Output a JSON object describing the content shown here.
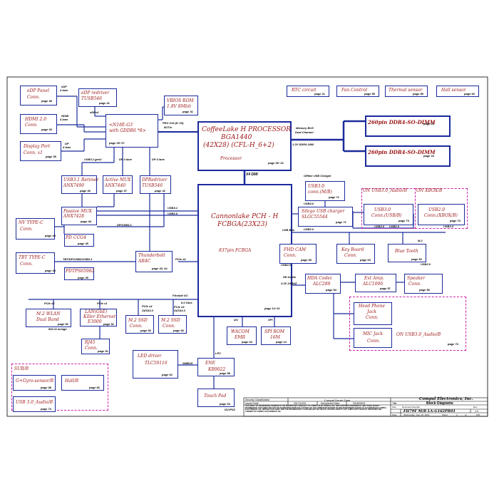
{
  "edp_panel": {
    "title": "eDP Panel",
    "sub": "Conn.",
    "page": "page 38"
  },
  "edp_redriver": {
    "title": "eDP redriver",
    "sub": "TUSB546",
    "page": "page 41"
  },
  "edp_link": {
    "a": "eDP",
    "b": "4 lane"
  },
  "edp_x4": "eDPx4",
  "hdmi_conn": {
    "title": "HDMI 2.0",
    "sub": "Conn.",
    "page": "page 40"
  },
  "hdmi_link": {
    "a": "HDMI",
    "b": "4 lane"
  },
  "dp_conn": {
    "title": "Display Port",
    "sub": "Conn. x1",
    "page": "page 39"
  },
  "dp_link": {
    "a": "DP",
    "b": "4 lane"
  },
  "gpu": {
    "title": "<N18E-G3",
    "sub": "with GDDR6 *8>",
    "page": "page 25~37"
  },
  "vbios": {
    "title": "VBIOS ROM",
    "sub": "1.8V 8Mbit",
    "page": "page 31"
  },
  "peg_label": {
    "a": "PEG X16 (8~15)",
    "b": "8GT/s"
  },
  "cpu": {
    "l1": "CoffeeLake H PROCESSOR",
    "l2": "BGA1440",
    "l3": "(42X28) (CFL-H_6+2)",
    "l4": "Processor",
    "page": "page 06~13"
  },
  "memory_bus": {
    "a": "Memory BUS",
    "b": "Dual Channel"
  },
  "ddr_voltage": "1.2V DDR4 2400",
  "dimm1": {
    "title": "260pin DDR4-SO-DIMM",
    "page": "page 23"
  },
  "dimm2": {
    "title": "260pin DDR4-SO-DIMM",
    "page": "page 24"
  },
  "rtc": {
    "title": "RTC circuit",
    "page": "page 21"
  },
  "fan": {
    "title": "Fan Control",
    "page": "page 55"
  },
  "thermal": {
    "title": "Thermal sensor",
    "page": "page 55"
  },
  "hall": {
    "title": "Hall sensor",
    "page": "page 60"
  },
  "usb31_retimer": {
    "title": "USB3.1 Retimer",
    "sub": "ANX7490",
    "page": "page 46"
  },
  "usb31_gen2": "USB3.1 gen2",
  "active_mux": {
    "title": "Active MUX",
    "sub": "ANX7440",
    "page": "page 47"
  },
  "dp4_a": "DP 4 lane",
  "dp4_b": "DP 4 lane",
  "dp_redriver": {
    "title": "DPRedriver",
    "sub": "TUSB546",
    "page": "page 42"
  },
  "x4dmi": "X4 DMI",
  "pch": {
    "l1": "Cannonlake PCH - H",
    "l2": "FCBGA(23X23)",
    "l3": "837pin FCBGA",
    "page": "page 14~21"
  },
  "usb31_label": "USB3.1",
  "usb20_label": "USB2.0",
  "passive_mux": {
    "title": "Passive MUX",
    "sub": "ANX7428",
    "page": "page 48"
  },
  "nv_typec": {
    "title": "NV TYPE-C",
    "sub": "Conn.",
    "page": "page 49"
  },
  "dp_usb31": "DP/USB3.1",
  "ccg4": {
    "pd": "PD",
    "title": "CCG4",
    "page": "page 49"
  },
  "tbt_typec": {
    "title": "TBT TYPE-C",
    "sub": "Conn.",
    "page": "page 45"
  },
  "tbt_bus": "TBT/DP/USB2/USB3.1",
  "tps65982": {
    "pd": "PD",
    "title": "TPS65982",
    "page": "page 45"
  },
  "thunderbolt": {
    "title": "Thunderbolt",
    "sub": "AR4C",
    "page": "page 43, 44"
  },
  "pcie_x4_tbt": "PCIe x4",
  "flexible_io": "Flexible I/O",
  "offline_charger": "Offline USB Charger",
  "usb30_conn": {
    "title": "USB3.0",
    "sub": "conn.(M/B)",
    "page": "page 71"
  },
  "silego": {
    "title": "Silego USB charger",
    "sub": "SLGC55544",
    "page": "page 71"
  },
  "usb30_tag_a": "USB3.0",
  "usb20_tag_a": "USB2.0",
  "on_audio_b": "ON USB3.0_Audio/B",
  "on_xbox_b": "ON XBOX/B",
  "usb30_usbb": {
    "title": "USB3.0",
    "sub": "Conn.(USB/B)",
    "page": "page 73"
  },
  "usb20_xbox": {
    "title": "USB2.0",
    "sub": "Conn.(XBOX/B)",
    "page": "page 73"
  },
  "usb30_tag_b": "USB3.0",
  "usb20_tag_b": "USB2.0",
  "usb20_tag_c": "USB2.0",
  "usb_bus": "USB Bus",
  "m2_label": "M.2",
  "fhd_cam": {
    "title": "FHD CAM",
    "sub": "Conn.",
    "page": "page 38"
  },
  "key_board": {
    "title": "Key Board",
    "sub": "Conn.",
    "page": "page 63"
  },
  "bluetooth": {
    "title": "Blue Tooth",
    "page": "page 52"
  },
  "usb20_tag_d": "USB2.0",
  "usb20_tag_e": "USB2.0",
  "hd_audio": {
    "a": "HD Audio",
    "b": "3.3V 24MHZ"
  },
  "hda_codec": {
    "title": "HDA Codec",
    "sub": "ALC289",
    "page": "page 54"
  },
  "ext_amp": {
    "title": "Ext Amp.",
    "sub": "ALC1006",
    "page": "page 57"
  },
  "speaker": {
    "title": "Speaker",
    "sub": "Conn.",
    "page": "page 56"
  },
  "headphone": {
    "title": "Head Phone",
    "sub": "Jack",
    "sub2": "Conn."
  },
  "mic": {
    "title": "MIC Jack",
    "sub": "Conn."
  },
  "on_audio_b2": {
    "title": "ON USB3.0_Audio/B",
    "page": "page 73"
  },
  "m2_wlan": {
    "title": "M.2 WLAN",
    "sub": "Dual Band",
    "page": "page 52",
    "pcie": "PCIe x2",
    "note": "802.11 ac/agn"
  },
  "lan": {
    "title": "LAN(GbE)",
    "sub": "Killer Ethernet",
    "sub2": "E3000",
    "page": "page 51",
    "pcie": "PCIe x1"
  },
  "rj45": {
    "title": "RJ45",
    "sub": "Conn.",
    "page": "page 51"
  },
  "ssd1": {
    "title": "M.2 SSD",
    "sub": "Conn.",
    "page": "page 66",
    "pcie": "PCIe x4",
    "sata": "SATA3.0"
  },
  "ssd2": {
    "title": "M.2 SSD",
    "sub": "Conn.",
    "page": "page 66",
    "pcie": "PCIe x4",
    "sata": "SATA3.0",
    "speed": "6.0 Gb/s"
  },
  "i2c_label": "I2C",
  "spi_label": "SPI",
  "wacom": {
    "title": "WACOM",
    "sub": "EMR",
    "page": "page 64"
  },
  "spi_rom": {
    "title": "SPI ROM",
    "sub": "16M",
    "page": "page 14"
  },
  "led_driver": {
    "title": "LED driver",
    "sub": "TLC59116",
    "page": "page 62"
  },
  "smbus": "SMBUS",
  "lpc": "LPC",
  "ene": {
    "title": "ENE",
    "sub": "KB9022",
    "page": "page 58"
  },
  "touchpad": {
    "title": "Touch Pad",
    "page": "page 63"
  },
  "i2c_ps2": "I2C/PS2",
  "sub_b": {
    "title": "SUB/B",
    "gyro": "G+Gyro-sensor/B",
    "gyro_page": "page 38",
    "hall": "Hall/B",
    "hall_page": "page 66",
    "usb": "USB 3.0_Audio/B",
    "usb_page": "page 73"
  },
  "title_block": {
    "security": "Security Classification",
    "secret": "Compal Secret Data",
    "issued": "Issued Date",
    "issued_val": "2017/11/02",
    "deciphered": "Deciphered Date",
    "deciphered_val": "2018/09/01",
    "company": "Compal Electronics, Inc.",
    "title_lbl": "Title",
    "title_val": "Block Diagrams",
    "size_lbl": "Size",
    "docnum_lbl": "Document Number",
    "docnum_val": "FH79F M/B LA-G162PR01",
    "rev_lbl": "Rev",
    "rev_val": "1.0",
    "date_lbl": "Date:",
    "date_val": "Wednesday, June 19, 2019",
    "sheet_lbl": "Sheet",
    "sheet_val": "2",
    "of_lbl": "of",
    "of_val": "106",
    "notice": "THIS SHEET OF ENGINEERING DRAWING IS THE PROPRIETARY PROPERTY OF COMPAL ELECTRONICS, INC. AND CONTAINS CONFIDENTIAL AND TRADE SECRET INFORMATION. THIS SHEET MAY NOT BE TRANSFERED FROM THE CUSTODY OF THE COMPETENT DIVISION OF R&D DEPARTMENT EXCEPT AS AUTHORIZED BY COMPAL ELECTRONICS, INC. NEITHER THIS SHEET NOR THE INFORMATION IT CONTAINS MAY BE USED BY OR DISCLOSED TO ANY THIRD PARTY WITHOUT PRIOR WRITTEN CONSENT OF COMPAL ELECTRONICS, INC."
  },
  "colors": {
    "wire": "#1b2a9a",
    "text": "#9b1414",
    "dashed": "#cc22aa"
  }
}
